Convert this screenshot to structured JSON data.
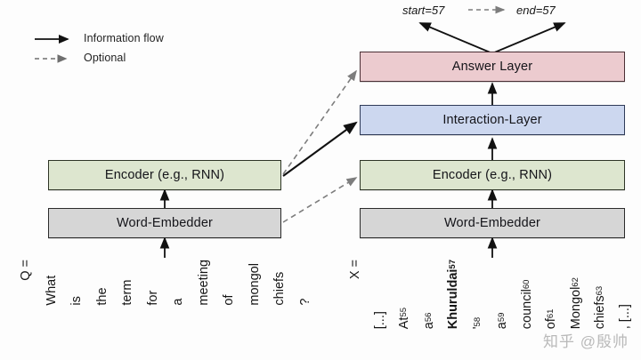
{
  "legend": {
    "items": [
      {
        "label": "Information flow",
        "style": "solid",
        "icon": "solid-arrow-icon"
      },
      {
        "label": "Optional",
        "style": "dashed",
        "icon": "dashed-arrow-icon"
      }
    ]
  },
  "question_column": {
    "boxes": [
      {
        "id": "q-encoder",
        "label": "Encoder (e.g., RNN)",
        "color": "#dde6cf"
      },
      {
        "id": "q-embedder",
        "label": "Word-Embedder",
        "color": "#d6d6d6"
      }
    ],
    "input_prefix": "Q =",
    "tokens": [
      {
        "text": "What",
        "sub": ""
      },
      {
        "text": "is",
        "sub": ""
      },
      {
        "text": "the",
        "sub": ""
      },
      {
        "text": "term",
        "sub": ""
      },
      {
        "text": "for",
        "sub": ""
      },
      {
        "text": "a",
        "sub": ""
      },
      {
        "text": "meeting",
        "sub": ""
      },
      {
        "text": "of",
        "sub": ""
      },
      {
        "text": "mongol",
        "sub": ""
      },
      {
        "text": "chiefs",
        "sub": ""
      },
      {
        "text": "?",
        "sub": ""
      }
    ]
  },
  "context_column": {
    "boxes": [
      {
        "id": "x-answer",
        "label": "Answer Layer",
        "color": "#eccbcf"
      },
      {
        "id": "x-interaction",
        "label": "Interaction-Layer",
        "color": "#ccd7ef"
      },
      {
        "id": "x-encoder",
        "label": "Encoder (e.g., RNN)",
        "color": "#dde6cf"
      },
      {
        "id": "x-embedder",
        "label": "Word-Embedder",
        "color": "#d6d6d6"
      }
    ],
    "input_prefix": "X =",
    "tokens": [
      {
        "text": "[...]",
        "sub": "",
        "bold": false
      },
      {
        "text": "At",
        "sub": "55",
        "bold": false
      },
      {
        "text": "a",
        "sub": "56",
        "bold": false
      },
      {
        "text": "Khuruldai",
        "sub": "57",
        "bold": true
      },
      {
        "text": "'",
        "sub": "58",
        "bold": false
      },
      {
        "text": "a",
        "sub": "59",
        "bold": false
      },
      {
        "text": "council",
        "sub": "60",
        "bold": false
      },
      {
        "text": "of",
        "sub": "61",
        "bold": false
      },
      {
        "text": "Mongol",
        "sub": "62",
        "bold": false
      },
      {
        "text": "chiefs",
        "sub": "63",
        "bold": false
      },
      {
        "text": ", [...]",
        "sub": "",
        "bold": false
      }
    ]
  },
  "outputs": {
    "start_label": "start=57",
    "end_label": "end=57",
    "connector_style": "dashed"
  },
  "watermark": "知乎 @殷帅",
  "colors": {
    "answer": "#eccbcf",
    "interaction": "#ccd7ef",
    "encoder": "#dde6cf",
    "embedder": "#d6d6d6",
    "arrow": "#111111",
    "optional_arrow": "#7d7d7d"
  }
}
